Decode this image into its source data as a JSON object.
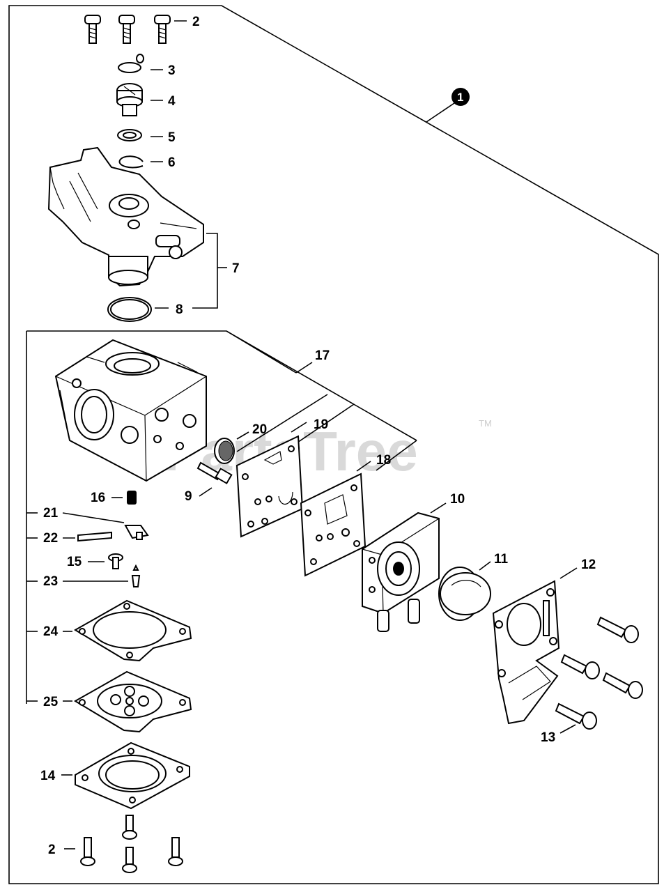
{
  "watermark": {
    "text": "PartsTree",
    "trademark": "TM"
  },
  "assembly_number": "1",
  "labels": {
    "p2_top": "2",
    "p3": "3",
    "p4": "4",
    "p5": "5",
    "p6": "6",
    "p7": "7",
    "p8": "8",
    "p17": "17",
    "p20": "20",
    "p19": "19",
    "p18": "18",
    "p9": "9",
    "p10": "10",
    "p11": "11",
    "p12": "12",
    "p13": "13",
    "p16": "16",
    "p21": "21",
    "p22": "22",
    "p15": "15",
    "p23": "23",
    "p24": "24",
    "p25": "25",
    "p14": "14",
    "p2_bottom": "2"
  }
}
